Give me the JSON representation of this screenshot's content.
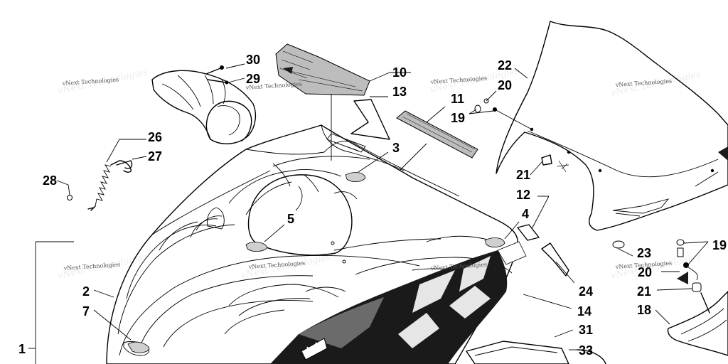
{
  "callouts": [
    {
      "id": "c30",
      "text": "30"
    },
    {
      "id": "c29",
      "text": "29"
    },
    {
      "id": "c10",
      "text": "10"
    },
    {
      "id": "c13",
      "text": "13"
    },
    {
      "id": "c11",
      "text": "11"
    },
    {
      "id": "c22",
      "text": "22"
    },
    {
      "id": "c20a",
      "text": "20"
    },
    {
      "id": "c19a",
      "text": "19"
    },
    {
      "id": "c26",
      "text": "26"
    },
    {
      "id": "c27",
      "text": "27"
    },
    {
      "id": "c28",
      "text": "28"
    },
    {
      "id": "c3",
      "text": "3"
    },
    {
      "id": "c21a",
      "text": "21"
    },
    {
      "id": "c12",
      "text": "12"
    },
    {
      "id": "c4",
      "text": "4"
    },
    {
      "id": "c5",
      "text": "5"
    },
    {
      "id": "c23",
      "text": "23"
    },
    {
      "id": "c19b",
      "text": "19"
    },
    {
      "id": "c20b",
      "text": "20"
    },
    {
      "id": "c21b",
      "text": "21"
    },
    {
      "id": "c24",
      "text": "24"
    },
    {
      "id": "c2",
      "text": "2"
    },
    {
      "id": "c7",
      "text": "7"
    },
    {
      "id": "c14",
      "text": "14"
    },
    {
      "id": "c18",
      "text": "18"
    },
    {
      "id": "c31",
      "text": "31"
    },
    {
      "id": "c33",
      "text": "33"
    },
    {
      "id": "c1",
      "text": "1"
    }
  ],
  "watermark": {
    "text": "vNext Technologies"
  }
}
